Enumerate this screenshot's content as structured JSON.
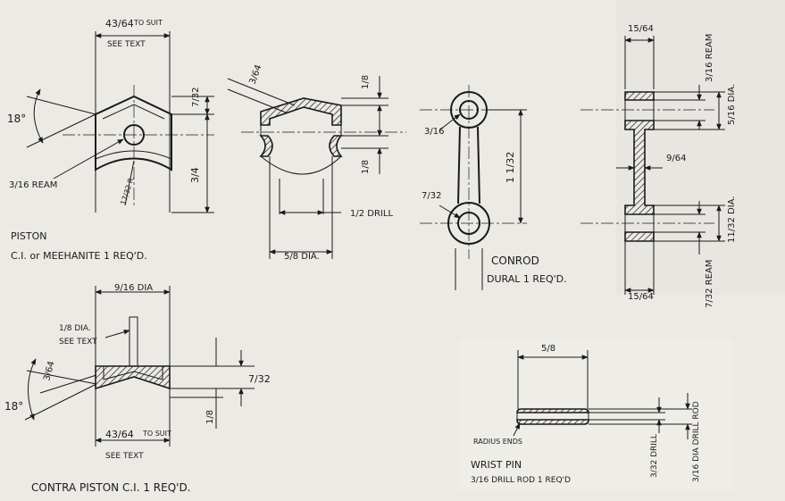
{
  "piston": {
    "top_width": "43/64",
    "to_suit": "TO SUIT",
    "see_text": "SEE TEXT",
    "angle": "18°",
    "ream": "3/16 REAM",
    "radius": "17/32 R.",
    "dim_height_top": "7/32",
    "dim_height_total": "3/4",
    "wall": "3/64",
    "dim_eighth_a": "1/8",
    "dim_eighth_b": "1/8",
    "drill": "1/2 DRILL",
    "bore": "5/8 DIA.",
    "title": "PISTON",
    "material": "C.I. or MEEHANITE 1 REQ'D."
  },
  "conrod": {
    "small_hole": "3/16",
    "big_hole": "7/32",
    "centres": "1 1/32",
    "title": "CONROD",
    "material": "DURAL 1 REQ'D."
  },
  "conrod_side": {
    "top_width": "15/64",
    "bottom_width": "15/64",
    "top_ream": "3/16 REAM",
    "top_dia": "5/16 DIA.",
    "web": "9/64",
    "bottom_dia": "11/32 DIA.",
    "bottom_ream": "7/32 REAM"
  },
  "contra_piston": {
    "top_dia": "9/16 DIA",
    "pin_dia": "1/8 DIA.",
    "see_text_pin": "SEE TEXT",
    "wall": "3/64",
    "angle": "18°",
    "height": "7/32",
    "eighth": "1/8",
    "bottom_width": "43/64",
    "to_suit": "TO SUIT",
    "see_text": "SEE TEXT",
    "title": "CONTRA PISTON C.I. 1 REQ'D."
  },
  "wrist_pin": {
    "length": "5/8",
    "radius_ends": "RADIUS ENDS",
    "drill": "3/32 DRILL",
    "rod": "3/16 DIA DRILL ROD",
    "title": "WRIST PIN",
    "material": "3/16 DRILL ROD 1 REQ'D"
  },
  "colors": {
    "ink": "#1a1a1a",
    "paper": "#eceae4"
  }
}
